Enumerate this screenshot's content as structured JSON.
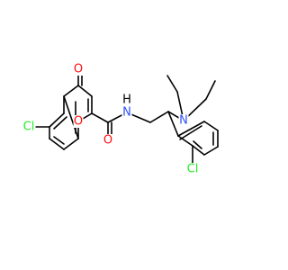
{
  "colors": {
    "background": "#ffffff",
    "bond": "#000000",
    "oxygen": "#ff0d0d",
    "nitrogen": "#3050f8",
    "chlorine": "#1ff01f",
    "hydrogen": "#000000"
  },
  "atom_labels": {
    "cl_left": "Cl",
    "o_carbonyl": "O",
    "o_ring": "O",
    "o_amide": "O",
    "n_amide": "N",
    "h_amide": "H",
    "n_amine": "N",
    "cl_right": "Cl"
  }
}
